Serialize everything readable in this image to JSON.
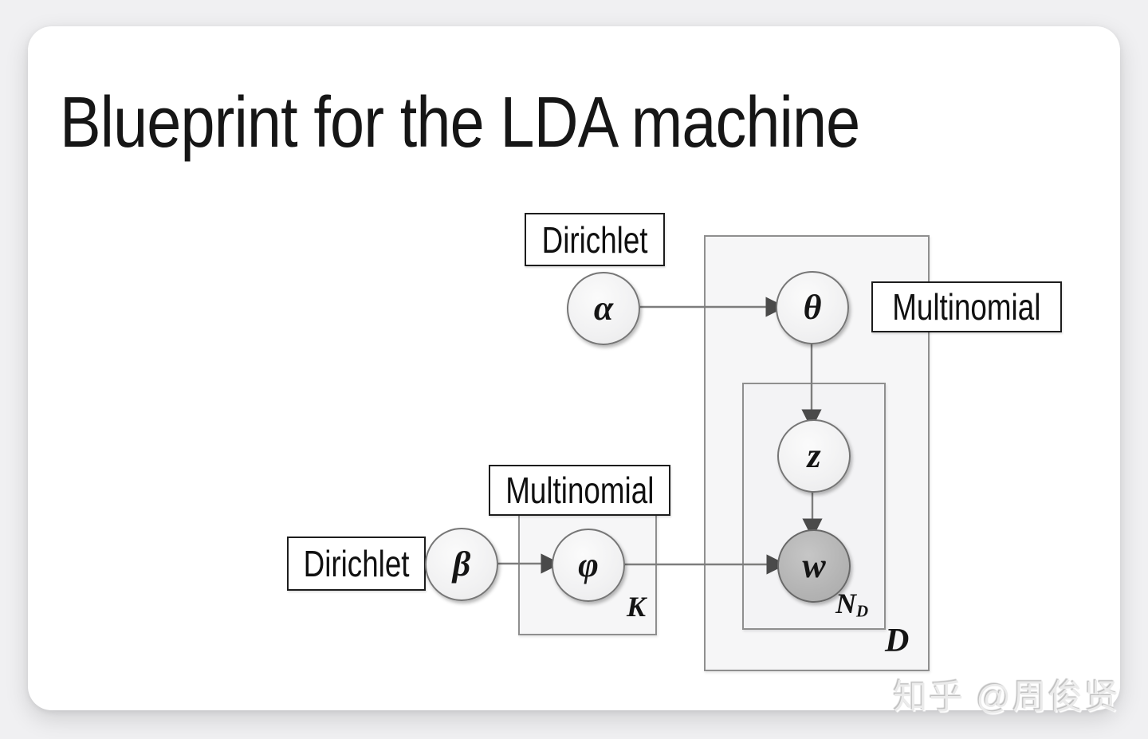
{
  "page": {
    "title": "Blueprint for the LDA machine",
    "watermark": "知乎 @周俊贤"
  },
  "diagram": {
    "type": "plate-notation",
    "model": "LDA graphical model",
    "labels": {
      "dirichlet_alpha": "Dirichlet",
      "multinomial_theta": "Multinomial",
      "multinomial_phi": "Multinomial",
      "dirichlet_beta": "Dirichlet"
    },
    "symbols": {
      "alpha": "α",
      "theta": "θ",
      "z": "z",
      "w": "w",
      "phi": "φ",
      "beta": "β"
    },
    "plates": {
      "K": "K",
      "N": "N",
      "N_sub": "D",
      "D": "D"
    },
    "edges": [
      "alpha→theta",
      "theta→z",
      "z→w",
      "beta→phi",
      "phi→w"
    ],
    "shaded_nodes": [
      "w"
    ],
    "colors": {
      "card_bg": "#ffffff",
      "page_bg": "#f0f0f2",
      "plate_border": "#8f8f8f",
      "plate_fill": "#f6f6f7",
      "node_fill": "#f1f1f2",
      "node_shaded_fill": "#b4b4b4",
      "edge": "#7d7d7d",
      "box_border": "#1d1d1d",
      "text": "#161616"
    }
  }
}
